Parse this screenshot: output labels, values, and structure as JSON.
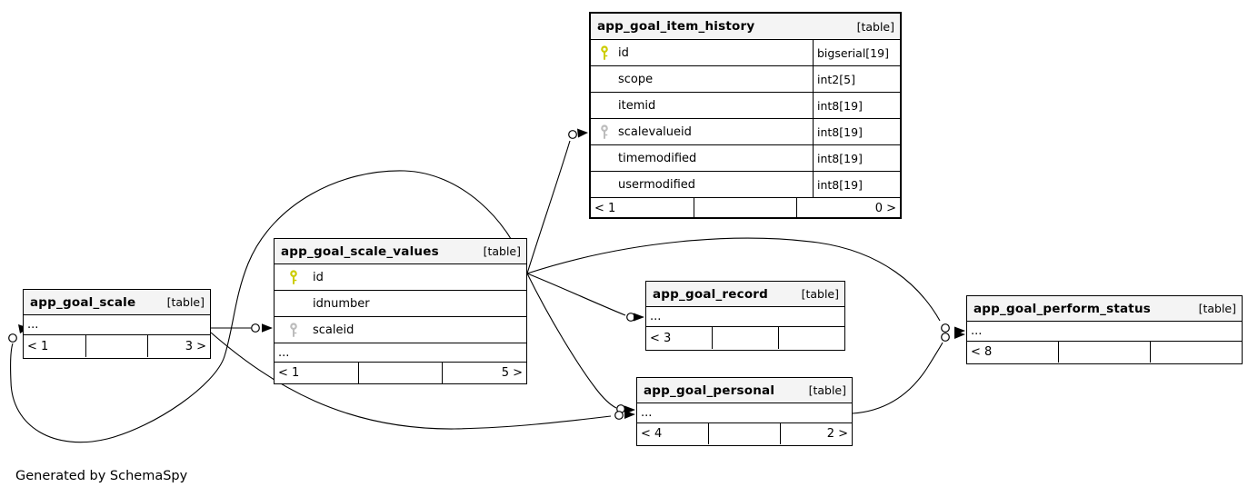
{
  "diagram": {
    "credit": "Generated by SchemaSpy",
    "colors": {
      "header_bg": "#f4f4f4",
      "border": "#000000",
      "primary_key": "#cccc00",
      "foreign_key": "#bcbcbc",
      "line": "#000000"
    },
    "tables": {
      "item_history": {
        "name": "app_goal_item_history",
        "badge": "[table]",
        "columns": [
          {
            "name": "id",
            "type": "bigserial[19]",
            "key": "primary"
          },
          {
            "name": "scope",
            "type": "int2[5]",
            "key": "none"
          },
          {
            "name": "itemid",
            "type": "int8[19]",
            "key": "none"
          },
          {
            "name": "scalevalueid",
            "type": "int8[19]",
            "key": "foreign"
          },
          {
            "name": "timemodified",
            "type": "int8[19]",
            "key": "none"
          },
          {
            "name": "usermodified",
            "type": "int8[19]",
            "key": "none"
          }
        ],
        "footer": {
          "left": "< 1",
          "center": "",
          "right": "0 >"
        }
      },
      "scale_values": {
        "name": "app_goal_scale_values",
        "badge": "[table]",
        "columns": [
          {
            "name": "id",
            "key": "primary"
          },
          {
            "name": "idnumber",
            "key": "none"
          },
          {
            "name": "scaleid",
            "key": "foreign"
          }
        ],
        "ellipsis": "...",
        "footer": {
          "left": "< 1",
          "center": "",
          "right": "5 >"
        }
      },
      "scale": {
        "name": "app_goal_scale",
        "badge": "[table]",
        "ellipsis": "...",
        "footer": {
          "left": "< 1",
          "center": "",
          "right": "3 >"
        }
      },
      "record": {
        "name": "app_goal_record",
        "badge": "[table]",
        "ellipsis": "...",
        "footer": {
          "left": "< 3",
          "center": "",
          "right": ""
        }
      },
      "perform_status": {
        "name": "app_goal_perform_status",
        "badge": "[table]",
        "ellipsis": "...",
        "footer": {
          "left": "< 8",
          "center": "",
          "right": ""
        }
      },
      "personal": {
        "name": "app_goal_personal",
        "badge": "[table]",
        "ellipsis": "...",
        "footer": {
          "left": "< 4",
          "center": "",
          "right": "2 >"
        }
      }
    }
  }
}
